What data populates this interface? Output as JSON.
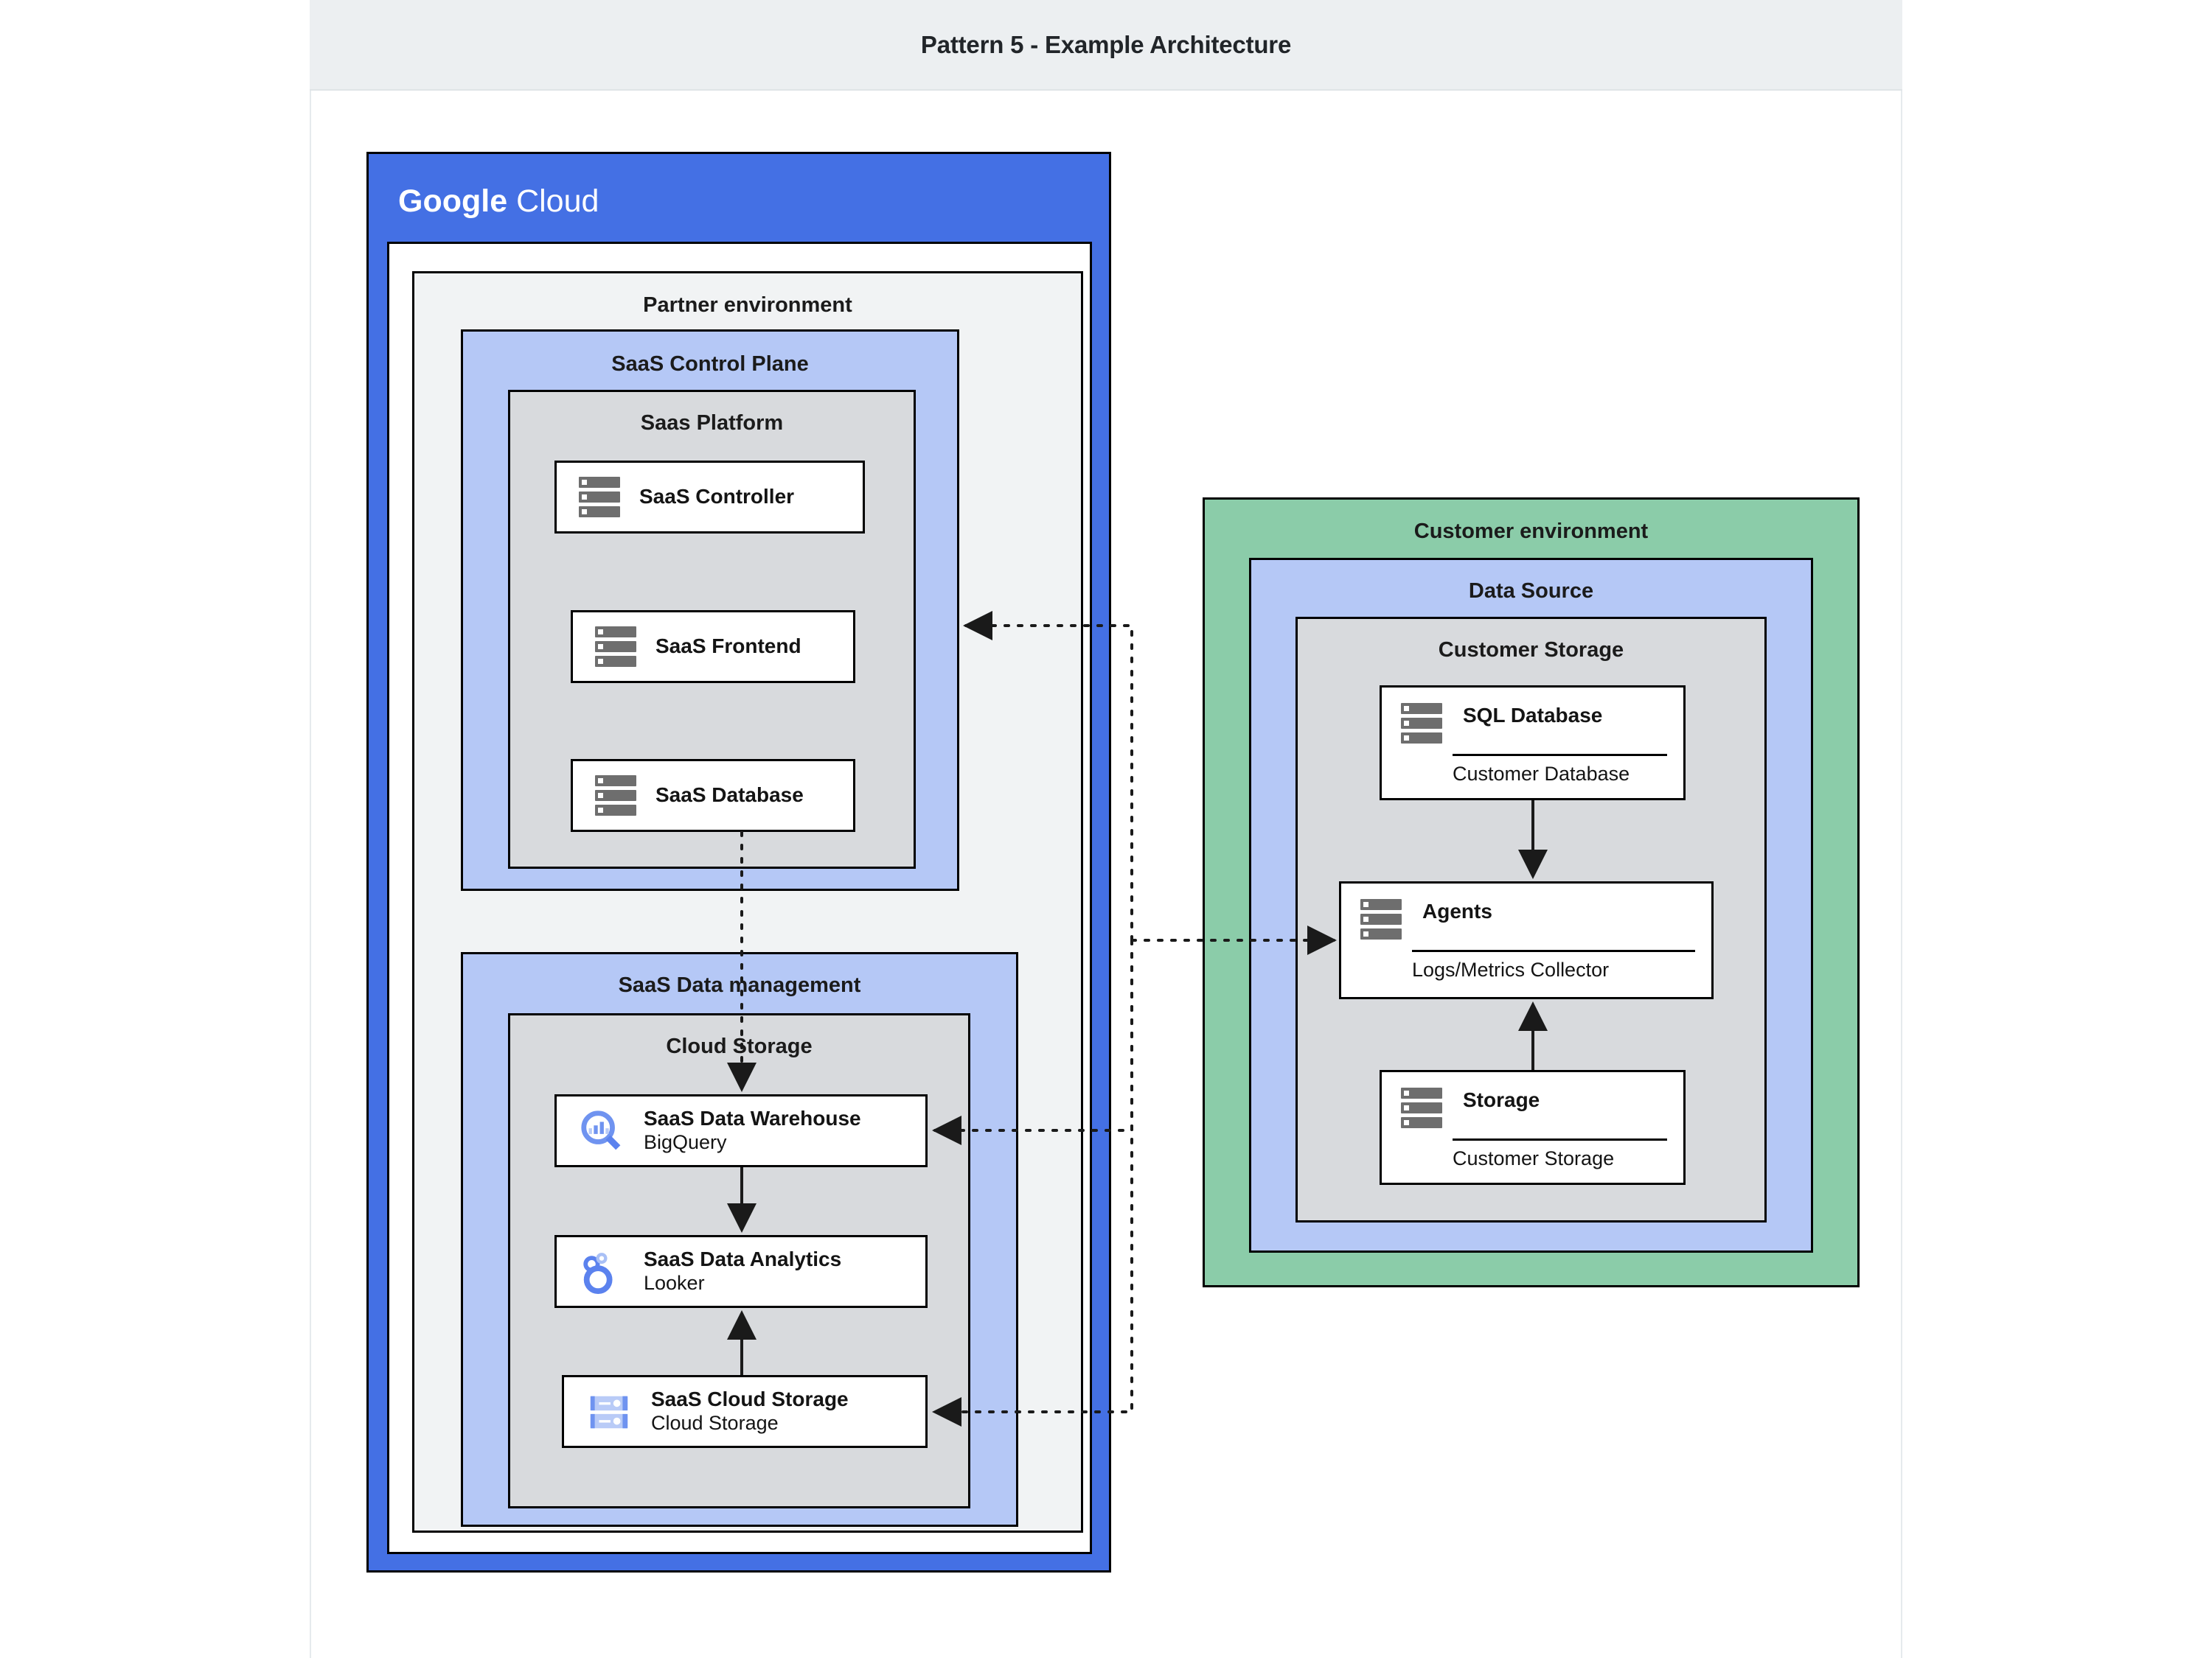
{
  "header": {
    "title": "Pattern 5 - Example Architecture"
  },
  "cloud_frame": {
    "logo_bold": "Google",
    "logo_light": "Cloud"
  },
  "partner_environment": {
    "label": "Partner environment",
    "control_plane": {
      "label": "SaaS Control Plane",
      "platform": {
        "label": "Saas Platform",
        "nodes": [
          {
            "title": "SaaS Controller",
            "subtitle": "",
            "icon": "server-stack-icon"
          },
          {
            "title": "SaaS Frontend",
            "subtitle": "",
            "icon": "server-stack-icon"
          },
          {
            "title": "SaaS Database",
            "subtitle": "",
            "icon": "server-stack-icon"
          }
        ]
      }
    },
    "data_management": {
      "label": "SaaS Data management",
      "storage_group": {
        "label": "Cloud Storage",
        "nodes": [
          {
            "title": "SaaS Data Warehouse",
            "subtitle": "BigQuery",
            "icon": "bigquery-icon"
          },
          {
            "title": "SaaS Data Analytics",
            "subtitle": "Looker",
            "icon": "looker-icon"
          },
          {
            "title": "SaaS Cloud Storage",
            "subtitle": "Cloud Storage",
            "icon": "cloud-storage-icon"
          }
        ]
      }
    }
  },
  "customer_environment": {
    "label": "Customer environment",
    "data_source": {
      "label": "Data Source",
      "customer_storage": {
        "label": "Customer Storage",
        "nodes": [
          {
            "title": "SQL Database",
            "subtitle": "Customer Database",
            "icon": "server-stack-icon"
          },
          {
            "title": "Agents",
            "subtitle": "Logs/Metrics Collector",
            "icon": "server-stack-icon"
          },
          {
            "title": "Storage",
            "subtitle": "Customer Storage",
            "icon": "server-stack-icon"
          }
        ]
      }
    }
  },
  "colors": {
    "google_cloud_blue": "#4470e4",
    "periwinkle": "#b5c8f6",
    "gray_group": "#d8dadd",
    "light_gray_env": "#f1f3f4",
    "customer_green": "#8bcca9",
    "title_bar": "#eceff1",
    "icon_gray": "#6e6e6e",
    "brand_blue": "#5b8def"
  }
}
